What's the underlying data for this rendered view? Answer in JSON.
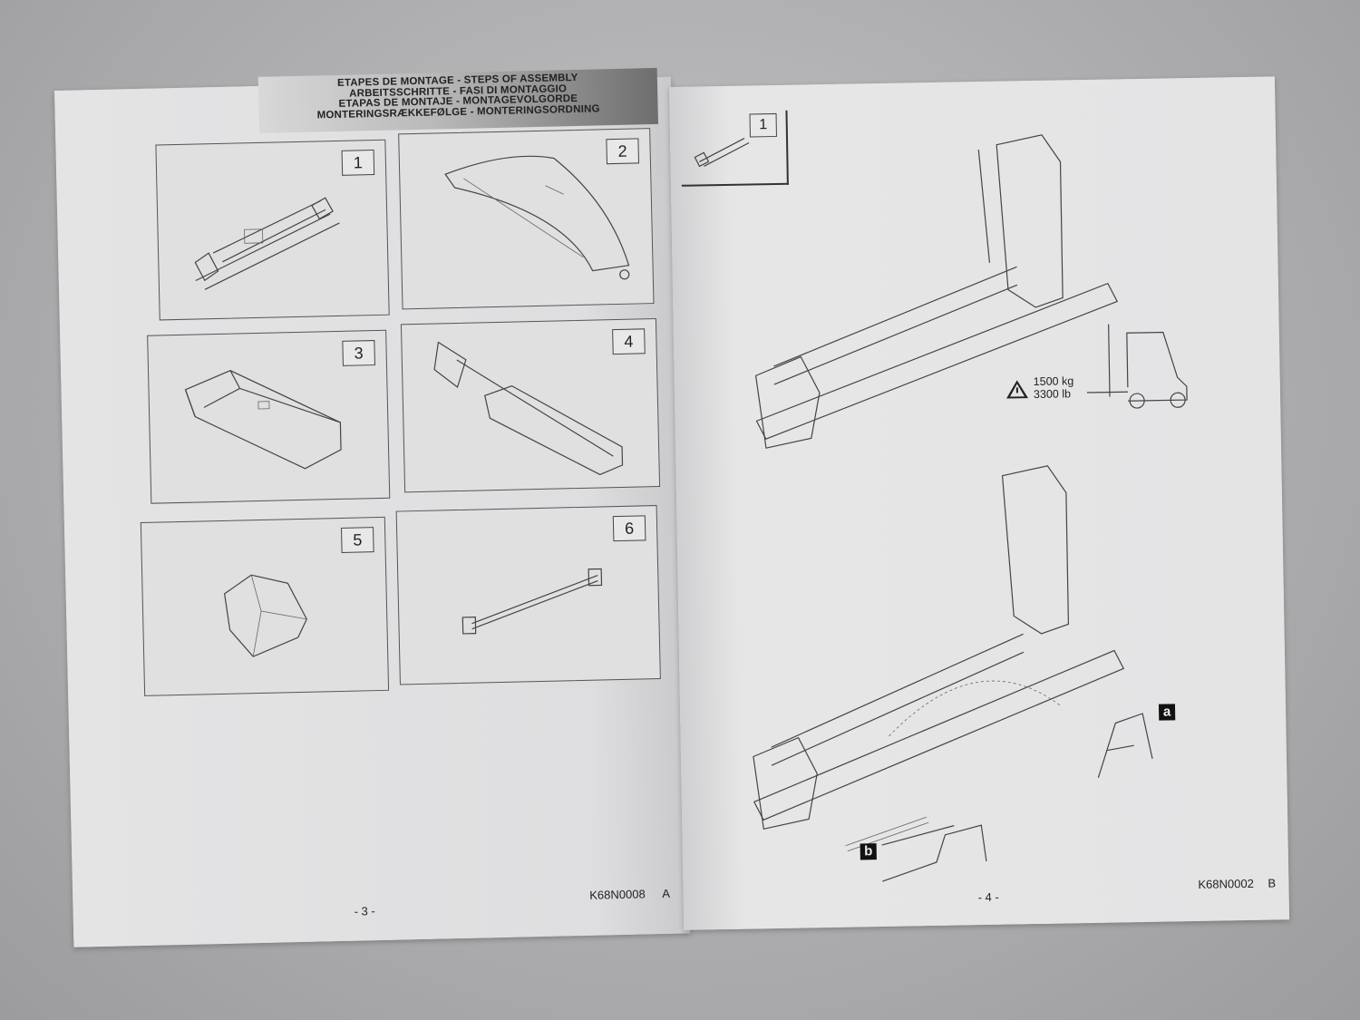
{
  "document": {
    "type": "assembly manual spread",
    "left_page": {
      "header_lines": [
        "ETAPES DE MONTAGE - STEPS OF ASSEMBLY",
        "ARBEITSSCHRITTE - FASI DI MONTAGGIO",
        "ETAPAS DE MONTAJE - MONTAGEVOLGORDE",
        "MONTERINGSRÆKKEFØLGE - MONTERINGSORDNING"
      ],
      "panels": [
        {
          "number": "1",
          "illustration": "machine-frame-on-pallet"
        },
        {
          "number": "2",
          "illustration": "curved-guard-cover"
        },
        {
          "number": "3",
          "illustration": "cutter-bar-housing"
        },
        {
          "number": "4",
          "illustration": "frame-with-cutter-bar"
        },
        {
          "number": "5",
          "illustration": "protective-shield"
        },
        {
          "number": "6",
          "illustration": "pto-drive-shaft"
        }
      ],
      "page_number": "- 3 -",
      "doc_code": "K68N0008",
      "revision": "A"
    },
    "right_page": {
      "thumbnail_step": "1",
      "weight_warning": {
        "icon": "warning-triangle-icon",
        "kg": "1500  kg",
        "lb": "3300  lb",
        "lift_icon": "forklift-icon"
      },
      "callouts": [
        "a",
        "b"
      ],
      "page_number": "- 4 -",
      "doc_code": "K68N0002",
      "revision": "B"
    }
  }
}
